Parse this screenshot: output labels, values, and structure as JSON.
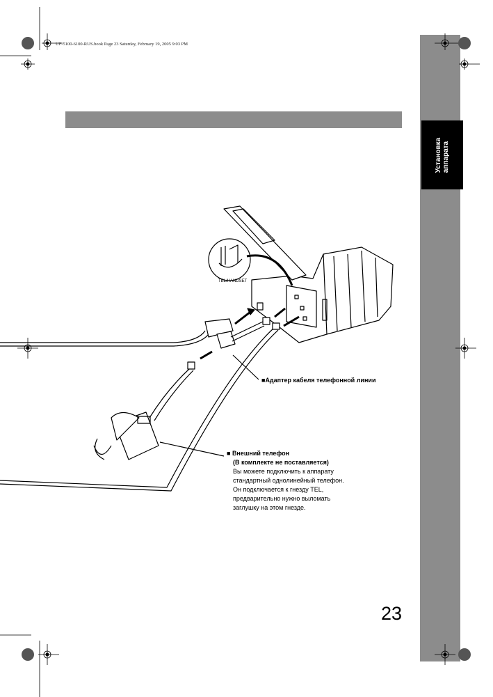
{
  "print_header": "UF-5100-6100-RUS.book  Page 23  Saturday, February 19, 2005  9:03 PM",
  "side_tab": {
    "line1": "Установка",
    "line2": "аппарата"
  },
  "figure": {
    "connector_label": "TEL/HANDSET"
  },
  "callouts": {
    "adapter": "Адаптер кабеля телефонной линии",
    "external_phone": {
      "title": "Внешний телефон",
      "subtitle": "(В комплекте не поставляется)",
      "lines": [
        "Вы можете подключить к аппарату",
        "стандартный однолинейный телефон.",
        "Он подключается к гнезду TEL,",
        "предварительно нужно выломать",
        "заглушку на этом гнезде."
      ]
    }
  },
  "page_number": "23",
  "colors": {
    "bar": "#8c8c8c",
    "tab": "#000000"
  }
}
